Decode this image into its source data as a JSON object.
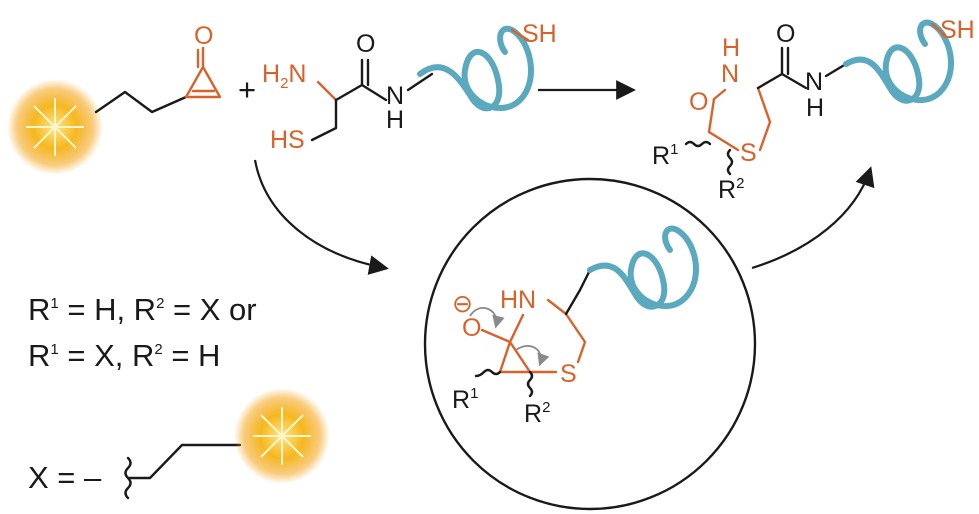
{
  "reactant": {
    "carbonyl_O": "O",
    "plus": "+",
    "amine": "H",
    "amine_sub": "2",
    "amine_N": "N",
    "carbonyl_O2": "O",
    "amide_N": "N",
    "amide_H": "H",
    "thiol": "HS",
    "peptide_thiol": "SH"
  },
  "product": {
    "ring_NH_H": "H",
    "ring_N": "N",
    "ketone_O": "O",
    "amide_O": "O",
    "amide_N": "N",
    "amide_H": "H",
    "R1": "R",
    "R1_sup": "1",
    "S": "S",
    "R2": "R",
    "R2_sup": "2",
    "peptide_thiol": "SH"
  },
  "intermediate": {
    "alkoxide_charge": "⊖",
    "alkoxide_O": "O",
    "HN": "HN",
    "S": "S",
    "R1": "R",
    "R1_sup": "1",
    "R2": "R",
    "R2_sup": "2"
  },
  "legend": {
    "line1_parts": [
      "R",
      "1",
      " = H, R",
      "2",
      " = X or"
    ],
    "line2_parts": [
      "R",
      "1",
      " = X, R",
      "2",
      " = H"
    ],
    "x_label": "X = –"
  },
  "colors": {
    "accent": "#d9622b",
    "helix": "#5aa9bf",
    "fluorophore": "#f2b01e"
  }
}
